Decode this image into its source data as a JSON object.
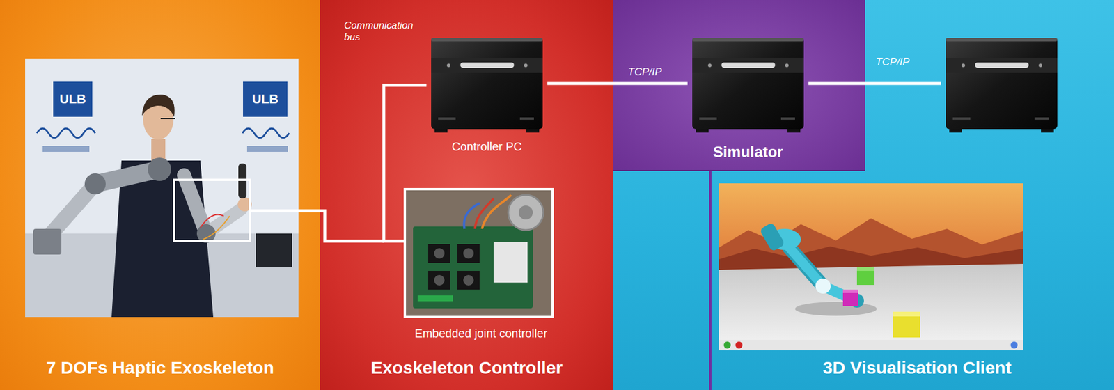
{
  "diagram": {
    "nodes": [
      {
        "text": [
          "7 DOFs Haptic Exoskeleton"
        ]
      },
      {
        "text": [
          "Exoskeleton Controller"
        ]
      },
      {
        "text": [
          "Controller PC"
        ],
        "in": 1
      },
      {
        "text": [
          "Embedded joint controller"
        ],
        "in": 1
      },
      {
        "text": [
          "3D Visualisation Client"
        ]
      },
      {
        "text": [
          "Simulator"
        ],
        "in": 4
      }
    ],
    "edges": [
      {
        "from": 2,
        "to": 5,
        "arrow": "none",
        "label": "TCP/IP"
      },
      {
        "from": 2,
        "to": 3,
        "arrow": "none",
        "label": "Communication bus"
      }
    ],
    "labels": [
      "TCP/IP",
      "ULB",
      "ULB"
    ]
  }
}
